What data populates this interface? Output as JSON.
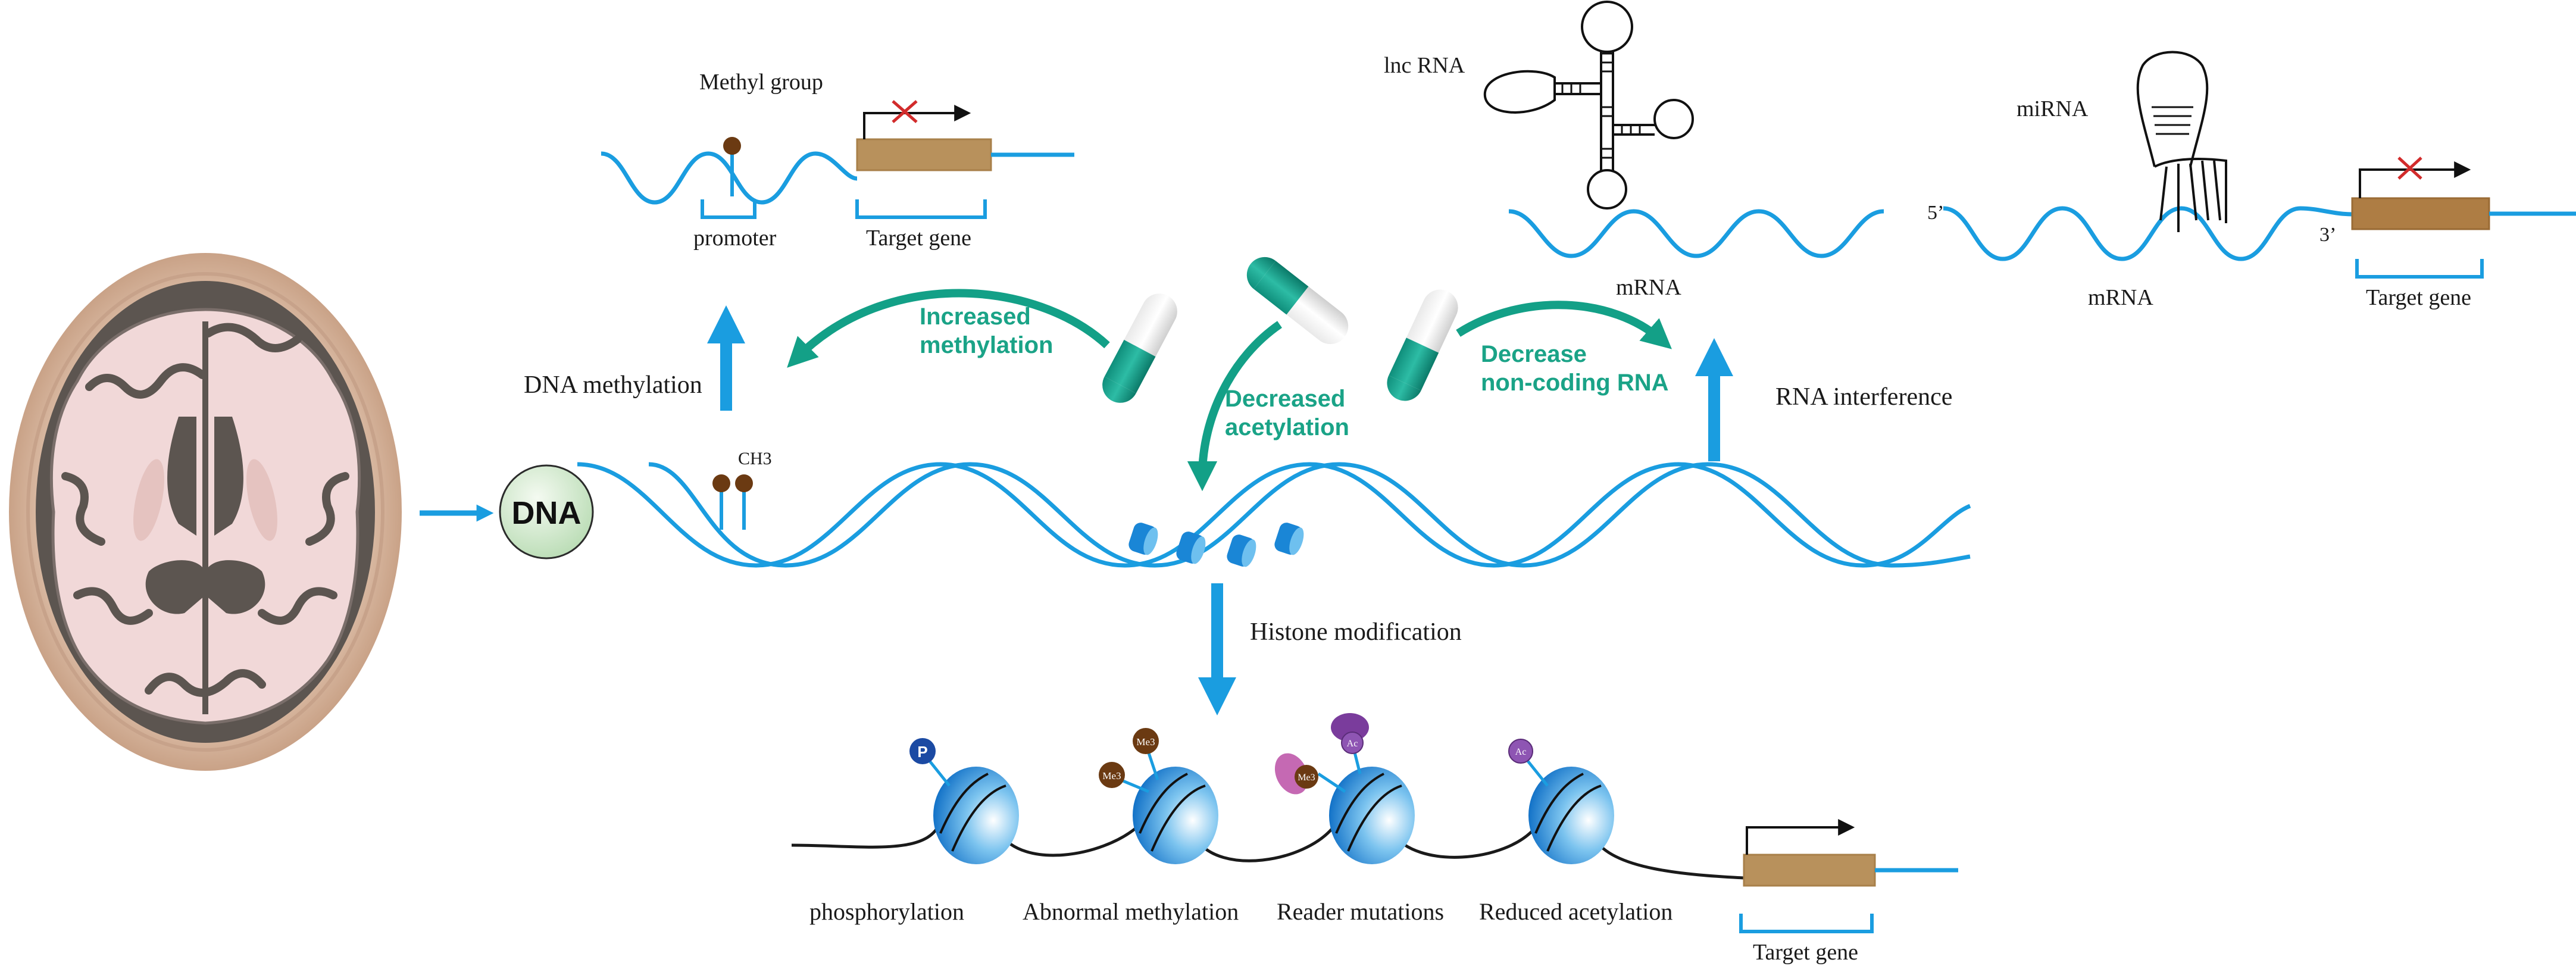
{
  "labels": {
    "methyl_group": "Methyl group",
    "promoter": "promoter",
    "target_gene_top": "Target  gene",
    "dna_methylation": "DNA methylation",
    "ch3": "CH3",
    "dna": "DNA",
    "increased_methylation": [
      "Increased",
      "methylation"
    ],
    "decreased_acetylation": [
      "Decreased",
      "acetylation"
    ],
    "decrease_ncrna": [
      "Decrease",
      "non-coding RNA"
    ],
    "lnc_rna": "lnc RNA",
    "mrna_mid": "mRNA",
    "rna_interference": "RNA interference",
    "mirna": "miRNA",
    "five_prime": "5’",
    "three_prime": "3’",
    "mrna_right": "mRNA",
    "target_gene_right": "Target  gene",
    "histone_modification": "Histone modification",
    "phosphorylation": "phosphorylation",
    "abnormal_methylation": "Abnormal methylation",
    "reader_mutations": "Reader mutations",
    "reduced_acetylation": "Reduced acetylation",
    "target_gene_bottom": "Target  gene",
    "mark_p": "P",
    "mark_me3_a": "Me3",
    "mark_me3_b": "Me3",
    "mark_me3_c": "Me3",
    "mark_ac_a": "Ac",
    "mark_ac_b": "Ac"
  },
  "colors": {
    "dna_blue": "#1a9de0",
    "drug_green": "#13a087",
    "gene_tan": "#b8915c",
    "methyl_brown": "#6b3a12",
    "block_red": "#d22b2b"
  }
}
